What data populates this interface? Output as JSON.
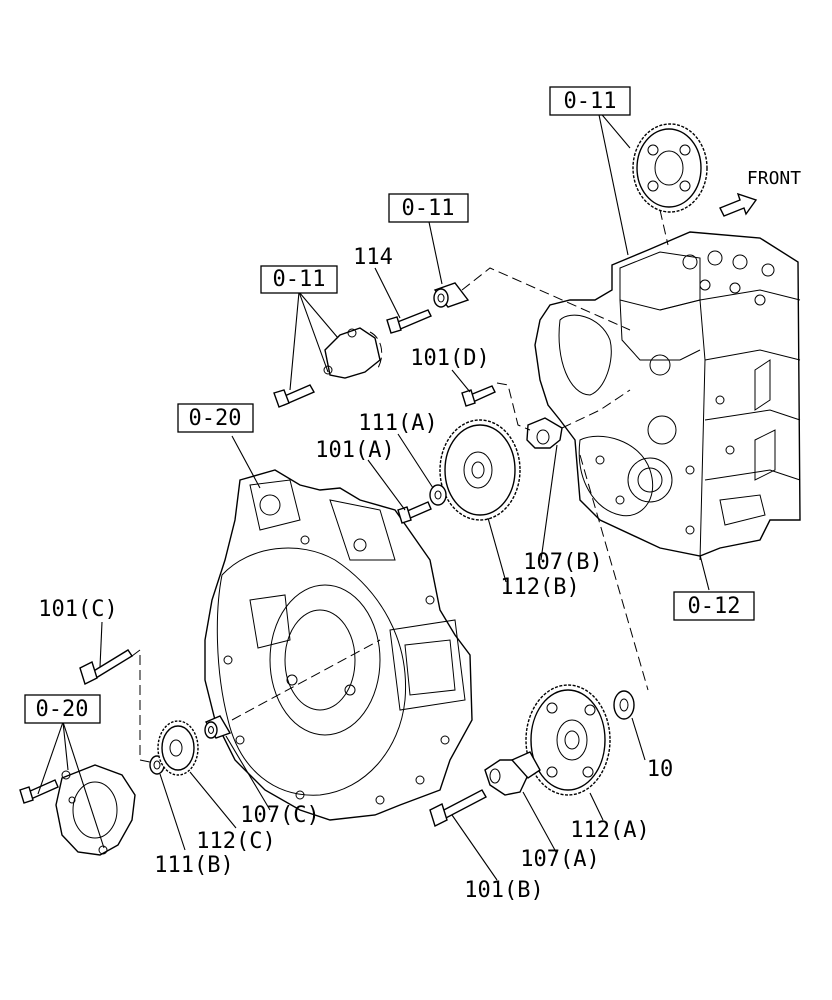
{
  "ref_labels": {
    "r1": "0-11",
    "r2": "0-11",
    "r3": "0-11",
    "r4": "0-20",
    "r5": "0-20",
    "r6": "0-12"
  },
  "part_labels": {
    "p114": "114",
    "p101d": "101(D)",
    "p111a": "111(A)",
    "p101a": "101(A)",
    "p107b": "107(B)",
    "p112b": "112(B)",
    "p101c": "101(C)",
    "p107c": "107(C)",
    "p112c": "112(C)",
    "p111b": "111(B)",
    "p10": "10",
    "p112a": "112(A)",
    "p107a": "107(A)",
    "p101b": "101(B)"
  },
  "front_label": "FRONT"
}
